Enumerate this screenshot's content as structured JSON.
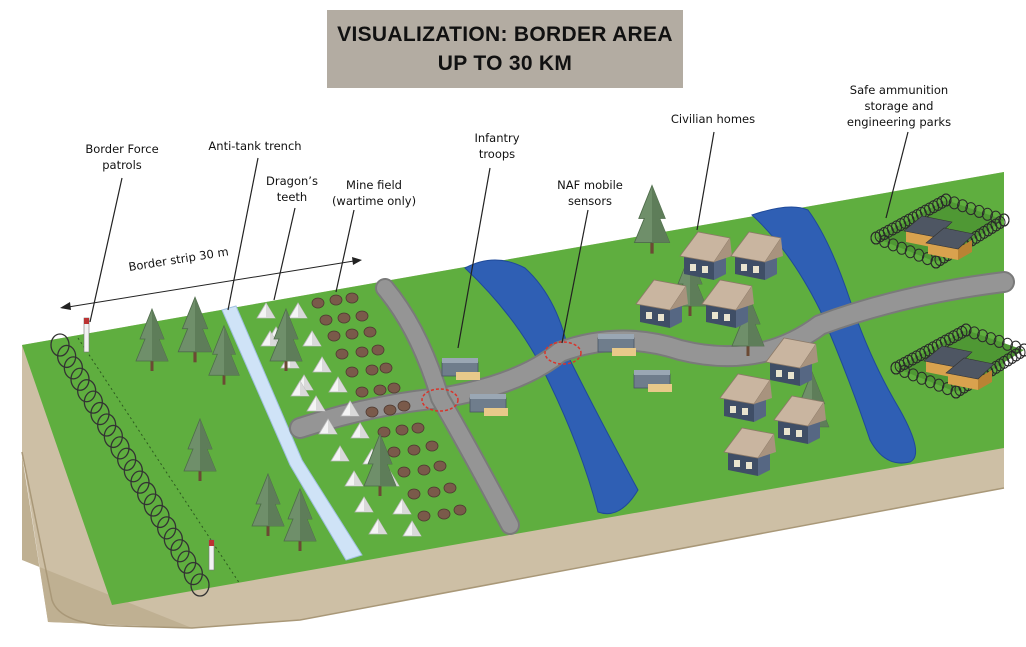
{
  "title": {
    "line1": "VISUALIZATION: BORDER AREA",
    "line2": "UP TO 30 KM"
  },
  "labels": {
    "border_force_patrols": "Border Force\npatrols",
    "anti_tank_trench": "Anti-tank trench",
    "dragons_teeth": "Dragon’s\nteeth",
    "mine_field": "Mine field\n(wartime only)",
    "infantry_troops": "Infantry\ntroops",
    "naf_mobile_sensors": "NAF mobile\nsensors",
    "civilian_homes": "Civilian homes",
    "safe_ammunition": "Safe ammunition\nstorage and\nengineering parks",
    "border_strip": "Border strip 30 m"
  },
  "colors": {
    "grass": "#5fae3f",
    "grass_dark": "#4f9834",
    "soil": "#cdbfa5",
    "soil_dark": "#b7a88c",
    "river": "#2f5fb4",
    "trench_water": "#cfe3f7",
    "road": "#8e8e8e",
    "title_bg": "#b3aca2",
    "sensor_red": "#d9342b"
  }
}
